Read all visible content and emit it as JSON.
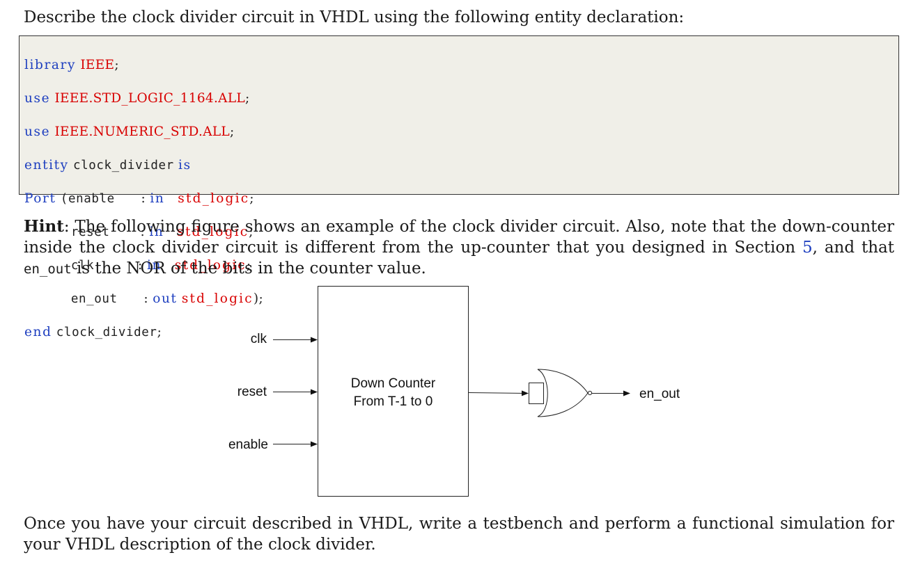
{
  "intro": "Describe the clock divider circuit in VHDL using the following entity declaration:",
  "code": {
    "library_kw": "library",
    "ieee_lib": "IEEE",
    "use_kw": "use",
    "pkg1": "IEEE.STD_LOGIC_1164.ALL",
    "pkg2": "IEEE.NUMERIC_STD.ALL",
    "entity_kw": "entity",
    "entity_name": "clock_divider",
    "is_kw": "is",
    "port_kw": "Port",
    "ports": [
      {
        "name": "enable",
        "dir": "in",
        "type": "std_logic"
      },
      {
        "name": "reset",
        "dir": "in",
        "type": "std_logic"
      },
      {
        "name": "clk",
        "dir": "in",
        "type": "std_logic"
      },
      {
        "name": "en_out",
        "dir": "out",
        "type": "std_logic"
      }
    ],
    "end_kw": "end"
  },
  "hint": {
    "label": "Hint",
    "text_1": ": The following figure shows an example of the clock divider circuit. Also, note that the down-counter inside the clock divider circuit is different from the up-counter that you designed in Section ",
    "section_ref": "5",
    "text_2": ", and that ",
    "signal": "en_out",
    "text_3": " is the NOR of the bits in the counter value."
  },
  "figure": {
    "inputs": [
      "clk",
      "reset",
      "enable"
    ],
    "block_line_1": "Down Counter",
    "block_line_2": "From T-1 to 0",
    "output": "en_out",
    "gate": "NOR"
  },
  "outro": "Once you have your circuit described in VHDL, write a testbench and perform a functional simulation for your VHDL description of the clock divider."
}
